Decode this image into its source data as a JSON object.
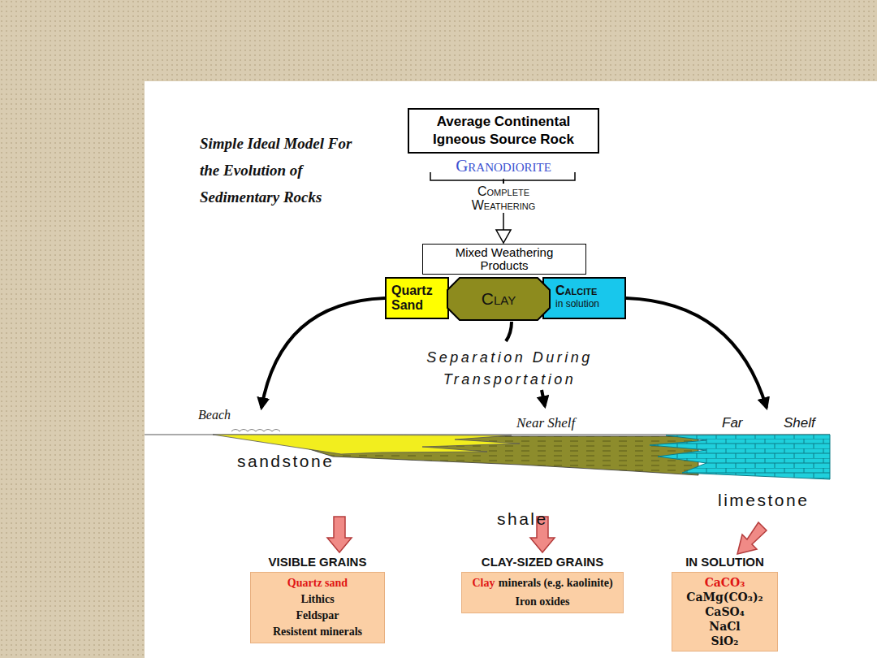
{
  "diagram": {
    "title": "Simple Ideal Model For the Evolution of Sedimentary Rocks",
    "nodes": [
      {
        "text": [
          "Average Continental Igneous Source Rock",
          "Granodiorite"
        ]
      },
      {
        "text": [
          "Mixed Weathering Products"
        ]
      },
      {
        "text": [
          "Quartz Sand"
        ]
      },
      {
        "text": [
          "Clay"
        ]
      },
      {
        "text": [
          "Calcite",
          "in solution"
        ]
      },
      {
        "text": [
          "VISIBLE GRAINS",
          "Quartz sand",
          "Lithics",
          "Feldspar",
          "Resistent minerals"
        ]
      },
      {
        "text": [
          "CLAY-SIZED GRAINS",
          "Clay",
          "minerals (e.g. kaolinite)",
          "Iron oxides"
        ]
      },
      {
        "text": [
          "IN SOLUTION",
          "CaCO₃",
          "CaMg(CO₃)₂",
          "CaSO₄",
          "NaCl",
          "SiO₂"
        ]
      }
    ],
    "edges": [
      {
        "from": 0,
        "to": 1,
        "arrow": "to",
        "label": "Complete Weathering"
      }
    ],
    "labels": [
      "Beach",
      "Near Shelf",
      "Far",
      "Shelf",
      "sandstone",
      "shale",
      "limestone",
      "Separation During Transportation"
    ]
  }
}
